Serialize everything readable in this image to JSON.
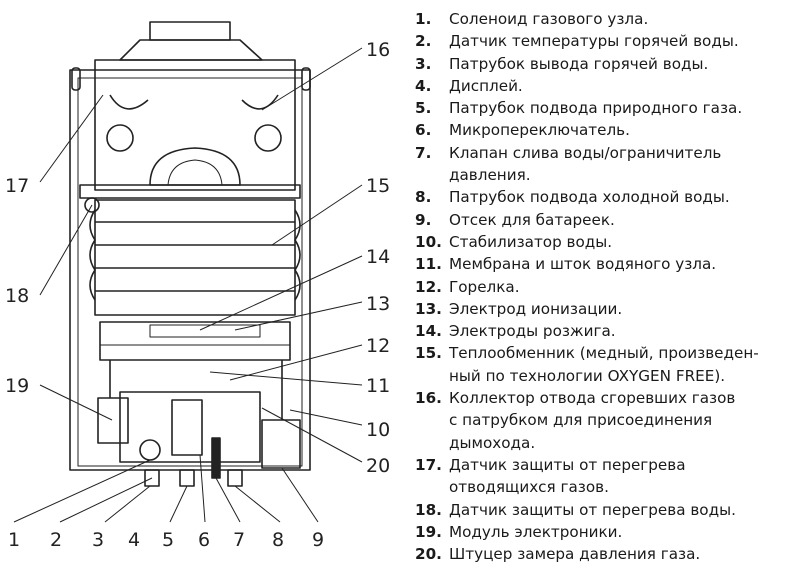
{
  "callouts": {
    "n1": "1",
    "n2": "2",
    "n3": "3",
    "n4": "4",
    "n5": "5",
    "n6": "6",
    "n7": "7",
    "n8": "8",
    "n9": "9",
    "n10": "10",
    "n11": "11",
    "n12": "12",
    "n13": "13",
    "n14": "14",
    "n15": "15",
    "n16": "16",
    "n17": "17",
    "n18": "18",
    "n19": "19",
    "n20": "20"
  },
  "legend": [
    {
      "num": "1.",
      "text": "Соленоид газового узла."
    },
    {
      "num": "2.",
      "text": "Датчик температуры горячей воды."
    },
    {
      "num": "3.",
      "text": "Патрубок вывода горячей воды."
    },
    {
      "num": "4.",
      "text": "Дисплей."
    },
    {
      "num": "5.",
      "text": "Патрубок подвода природного газа."
    },
    {
      "num": "6.",
      "text": "Микропереключатель."
    },
    {
      "num": "7.",
      "text": "Клапан слива воды/ограничитель\nдавления."
    },
    {
      "num": "8.",
      "text": "Патрубок подвода холодной воды."
    },
    {
      "num": "9.",
      "text": "Отсек для батареек."
    },
    {
      "num": "10.",
      "text": "Стабилизатор воды."
    },
    {
      "num": "11.",
      "text": "Мембрана и шток водяного узла."
    },
    {
      "num": "12.",
      "text": "Горелка."
    },
    {
      "num": "13.",
      "text": "Электрод ионизации."
    },
    {
      "num": "14.",
      "text": "Электроды розжига."
    },
    {
      "num": "15.",
      "text": "Теплообменник (медный, произведен-\nный по технологии OXYGEN FREE)."
    },
    {
      "num": "16.",
      "text": "Коллектор отвода сгоревших газов\nс патрубком для присоединения\nдымохода."
    },
    {
      "num": "17.",
      "text": "Датчик защиты от перегрева\nотводящихся газов."
    },
    {
      "num": "18.",
      "text": "Датчик защиты от перегрева воды."
    },
    {
      "num": "19.",
      "text": "Модуль электроники."
    },
    {
      "num": "20.",
      "text": "Штуцер замера давления газа."
    }
  ]
}
